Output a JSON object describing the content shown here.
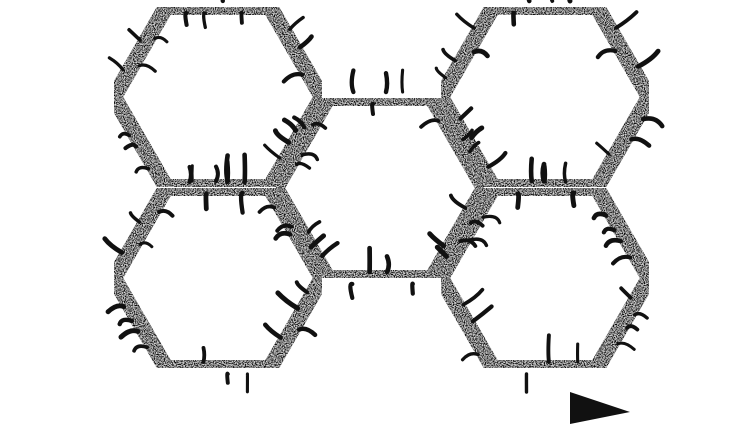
{
  "diagram": {
    "ink_color": "#111111",
    "background_color": "#ffffff",
    "cells": [
      {
        "name": "hex-cell-upper-left"
      },
      {
        "name": "hex-cell-lower-left"
      },
      {
        "name": "hex-cell-center"
      },
      {
        "name": "hex-cell-upper-right"
      },
      {
        "name": "hex-cell-lower-right"
      }
    ],
    "arrow": {
      "name": "flow-direction-arrow",
      "direction": "right"
    }
  }
}
